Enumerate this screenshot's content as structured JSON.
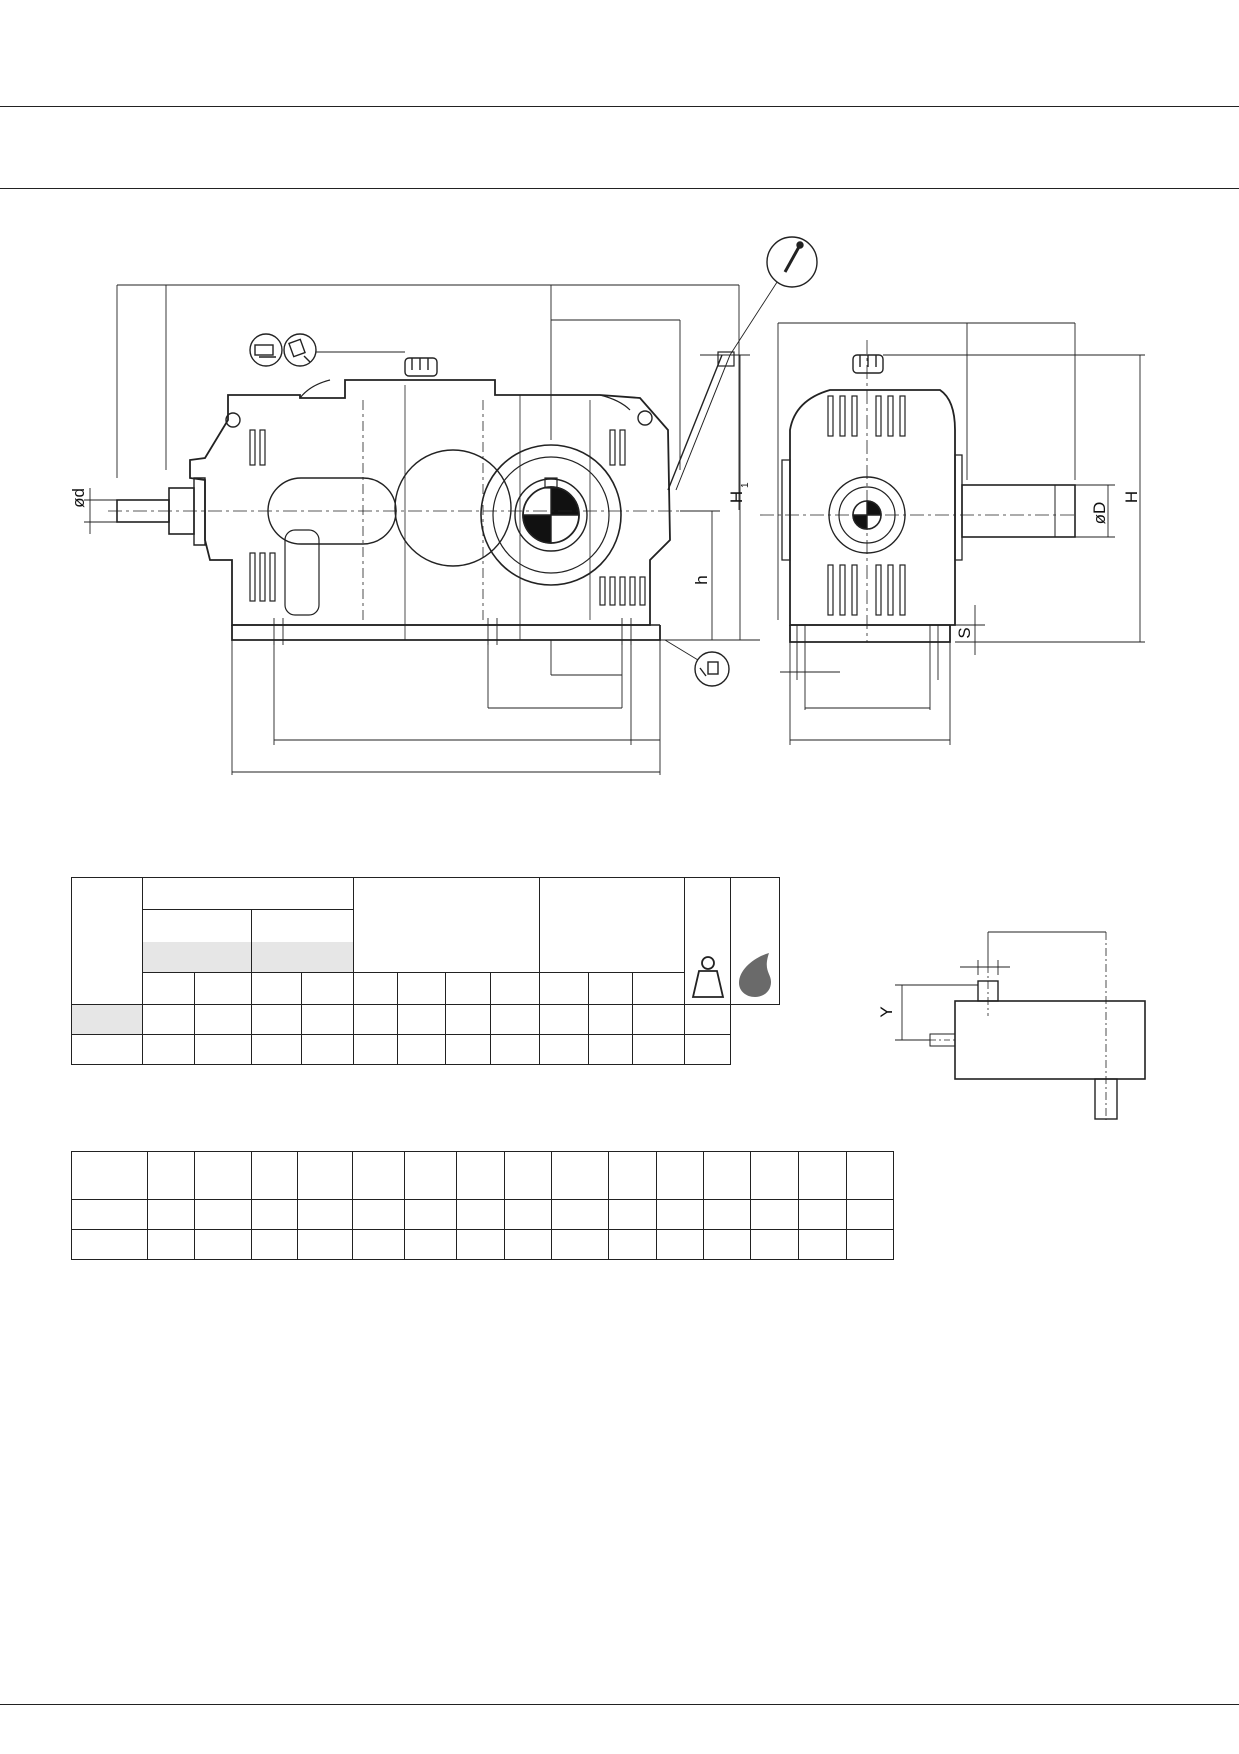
{
  "labels": {
    "shaft_diameter_input": "ød",
    "shaft_diameter_output": "øD",
    "axis_height": "h",
    "overall_height": "H",
    "height_h1_base": "H",
    "height_h1_sub": "1",
    "foot_thickness": "S",
    "offset_y": "Y"
  },
  "icons": [
    "level-check-icon",
    "oil-fill-icon",
    "breather-icon",
    "oil-drain-icon",
    "weight-icon",
    "oil-drop-icon"
  ],
  "colors": {
    "line": "#222222",
    "shade": "#e6e6e6",
    "drop": "#6a6a6a"
  }
}
